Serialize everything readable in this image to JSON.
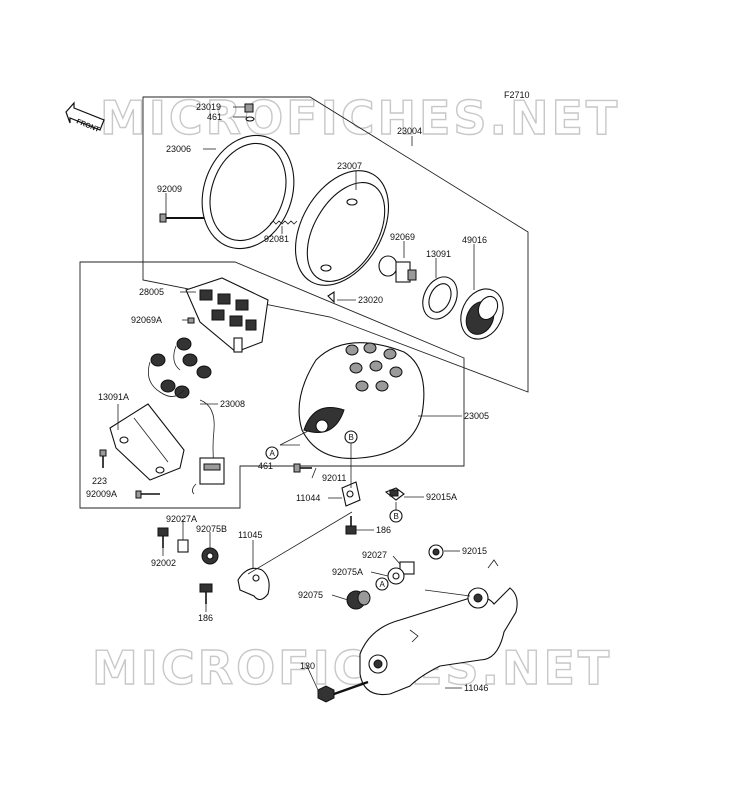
{
  "figure_code": "F2710",
  "watermark": "MICROFICHES.NET",
  "front_label": "FRONT",
  "callouts": [
    {
      "id": "c23019",
      "text": "23019"
    },
    {
      "id": "c461a",
      "text": "461"
    },
    {
      "id": "c23004",
      "text": "23004"
    },
    {
      "id": "c23006",
      "text": "23006"
    },
    {
      "id": "c23007",
      "text": "23007"
    },
    {
      "id": "c92009",
      "text": "92009"
    },
    {
      "id": "c92069",
      "text": "92069"
    },
    {
      "id": "c13091",
      "text": "13091"
    },
    {
      "id": "c49016",
      "text": "49016"
    },
    {
      "id": "c92081",
      "text": "92081"
    },
    {
      "id": "c23020",
      "text": "23020"
    },
    {
      "id": "c28005",
      "text": "28005"
    },
    {
      "id": "c92069A",
      "text": "92069A"
    },
    {
      "id": "c13091A",
      "text": "13091A"
    },
    {
      "id": "c23008",
      "text": "23008"
    },
    {
      "id": "c23005",
      "text": "23005"
    },
    {
      "id": "c461b",
      "text": "461"
    },
    {
      "id": "c92011",
      "text": "92011"
    },
    {
      "id": "c223",
      "text": "223"
    },
    {
      "id": "c92009A",
      "text": "92009A"
    },
    {
      "id": "c11044",
      "text": "11044"
    },
    {
      "id": "c92015A",
      "text": "92015A"
    },
    {
      "id": "c92027A",
      "text": "92027A"
    },
    {
      "id": "c92075B",
      "text": "92075B"
    },
    {
      "id": "c186a",
      "text": "186"
    },
    {
      "id": "c11045",
      "text": "11045"
    },
    {
      "id": "c92002",
      "text": "92002"
    },
    {
      "id": "c92027",
      "text": "92027"
    },
    {
      "id": "c92015",
      "text": "92015"
    },
    {
      "id": "c92075A",
      "text": "92075A"
    },
    {
      "id": "c92075",
      "text": "92075"
    },
    {
      "id": "c186b",
      "text": "186"
    },
    {
      "id": "c130",
      "text": "130"
    },
    {
      "id": "c11046",
      "text": "11046"
    }
  ],
  "refs": [
    {
      "id": "rA1",
      "text": "A"
    },
    {
      "id": "rB1",
      "text": "B"
    },
    {
      "id": "rB2",
      "text": "B"
    },
    {
      "id": "rA2",
      "text": "A"
    }
  ]
}
